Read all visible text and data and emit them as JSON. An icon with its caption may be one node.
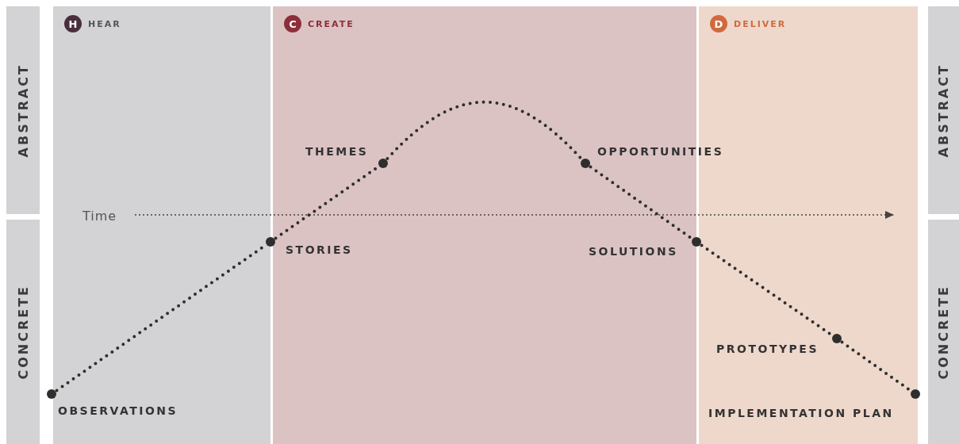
{
  "diagram": {
    "nodes": [
      {
        "text": [
          "ABSTRACT"
        ]
      },
      {
        "text": [
          "CONCRETE"
        ]
      },
      {
        "text": [
          "H",
          "HEAR"
        ]
      },
      {
        "text": [
          "C",
          "CREATE"
        ]
      },
      {
        "text": [
          "D",
          "DELIVER"
        ]
      },
      {
        "text": [
          "ABSTRACT"
        ]
      },
      {
        "text": [
          "CONCRETE"
        ]
      },
      {
        "text": [
          "THEMES"
        ],
        "in": 3
      },
      {
        "text": [
          "OPPORTUNITIES"
        ],
        "in": 3
      },
      {
        "text": [
          "STORIES"
        ]
      },
      {
        "text": [
          "SOLUTIONS"
        ]
      },
      {
        "text": [
          "PROTOTYPES"
        ],
        "in": 4
      },
      {
        "text": [
          "OBSERVATIONS"
        ],
        "in": 2
      },
      {
        "text": [
          "IMPLEMENTATION PLAN"
        ],
        "in": 4
      }
    ],
    "edges": [
      {
        "from": 12,
        "to": 9,
        "arrow": "none"
      },
      {
        "from": 9,
        "to": 7,
        "arrow": "none"
      },
      {
        "from": 7,
        "to": 8,
        "arrow": "none"
      },
      {
        "from": 8,
        "to": 10,
        "arrow": "none"
      },
      {
        "from": 10,
        "to": 11,
        "arrow": "none"
      },
      {
        "from": 11,
        "to": 13,
        "arrow": "none"
      }
    ],
    "labels": [
      "Time"
    ]
  }
}
